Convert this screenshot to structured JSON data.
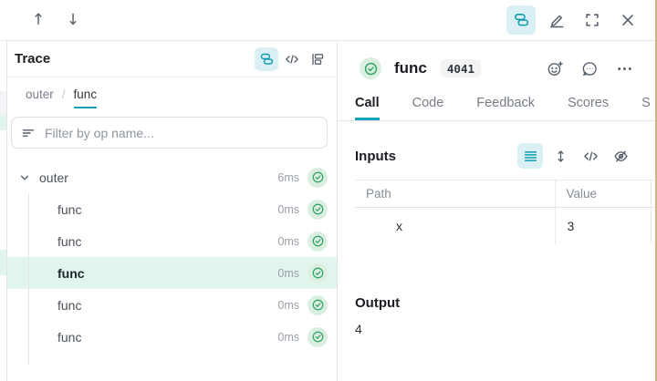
{
  "accent": "#14a4b5",
  "topbar": {
    "up_icon": "↑",
    "down_icon": "↓"
  },
  "left_panel": {
    "title": "Trace",
    "breadcrumb": {
      "parent": "outer",
      "separator": "/",
      "current": "func"
    },
    "filter": {
      "placeholder": "Filter by op name..."
    },
    "tree": [
      {
        "label": "outer",
        "duration": "6ms"
      },
      {
        "label": "func",
        "duration": "0ms"
      },
      {
        "label": "func",
        "duration": "0ms"
      },
      {
        "label": "func",
        "duration": "0ms"
      },
      {
        "label": "func",
        "duration": "0ms"
      },
      {
        "label": "func",
        "duration": "0ms"
      }
    ],
    "selected_index": 3
  },
  "right_panel": {
    "header": {
      "title": "func",
      "id_badge": "4041"
    },
    "tabs": [
      {
        "label": "Call"
      },
      {
        "label": "Code"
      },
      {
        "label": "Feedback"
      },
      {
        "label": "Scores"
      },
      {
        "label": "S"
      }
    ],
    "active_tab": "Call",
    "inputs": {
      "title": "Inputs",
      "table": {
        "columns": {
          "path": "Path",
          "value": "Value"
        },
        "rows": [
          {
            "path": "x",
            "value": "3"
          }
        ]
      }
    },
    "output": {
      "title": "Output",
      "value": "4"
    }
  },
  "status_colors": {
    "success_bg": "#dbefe1",
    "success_fg": "#2ea265",
    "selected_row_bg": "#e2f4ee",
    "icon_active_bg": "#daf0f5"
  }
}
